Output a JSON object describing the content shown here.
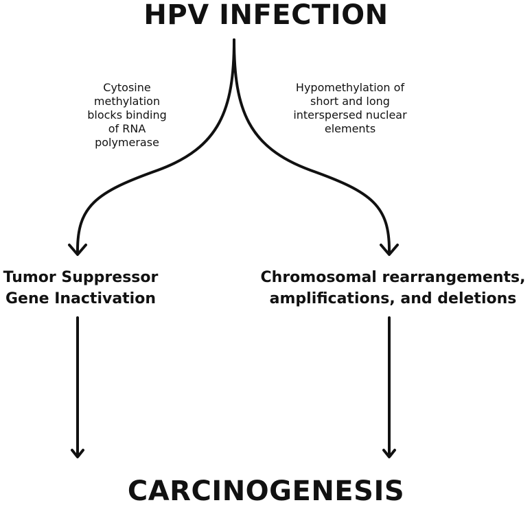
{
  "diagram": {
    "title": "HPV INFECTION",
    "left_branch_note": [
      "Cytosine",
      "methylation",
      "blocks binding",
      "of RNA",
      "polymerase"
    ],
    "right_branch_note": [
      "Hypomethylation of",
      "short and long",
      "interspersed nuclear",
      "elements"
    ],
    "left_node": [
      "Tumor Suppressor",
      "Gene Inactivation"
    ],
    "right_node": [
      "Chromosomal rearrangements,",
      "amplifications, and deletions"
    ],
    "outcome": "CARCINOGENESIS"
  },
  "colors": {
    "background": "#ffffff",
    "ink": "#111111"
  }
}
